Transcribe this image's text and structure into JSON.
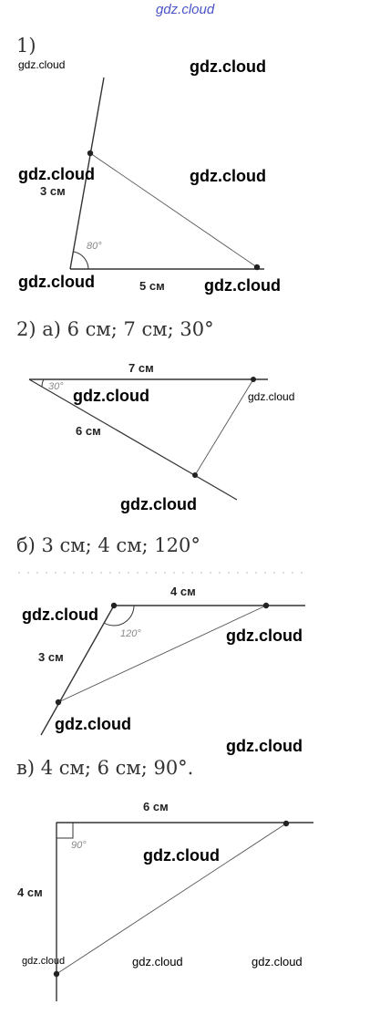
{
  "watermark_top": "gdz.cloud",
  "watermark": "gdz.cloud",
  "part1": {
    "heading": "1)",
    "side_a": "3 см",
    "side_b": "5 см",
    "angle": "80°"
  },
  "part2a": {
    "heading": "2) а) 6 см;  7 см;  30°",
    "side_a": "7 см",
    "side_b": "6 см",
    "angle": "30°"
  },
  "part2b": {
    "heading": "б) 3 см; 4 см; 120°",
    "side_a": "4 см",
    "side_b": "3 см",
    "angle": "120°"
  },
  "part2v": {
    "heading": "в) 4 см; 6 см; 90°.",
    "side_a": "6 см",
    "side_b": "4 см",
    "angle": "90°"
  },
  "colors": {
    "line": "#333333",
    "thin": "#555555",
    "watermark_top": "#4a55c8"
  }
}
